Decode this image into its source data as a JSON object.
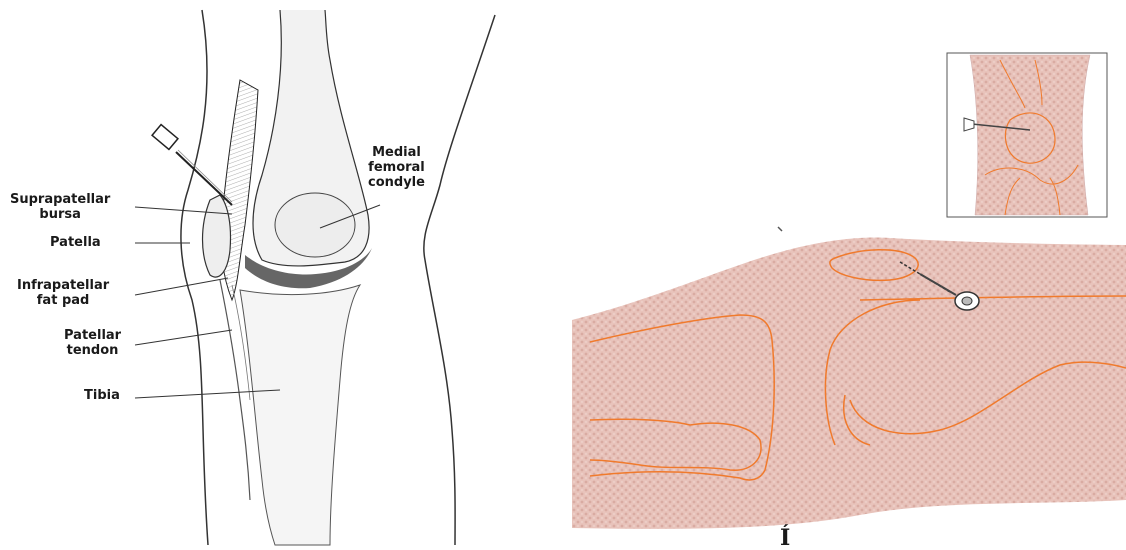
{
  "left_panel": {
    "labels": {
      "suprapatellar_bursa": [
        "Suprapatellar",
        "bursa"
      ],
      "patella": [
        "Patella"
      ],
      "infrapatellar_fat_pad": [
        "Infrapatellar",
        "fat pad"
      ],
      "patellar_tendon": [
        "Patellar",
        "tendon"
      ],
      "tibia": [
        "Tibia"
      ],
      "medial_femoral_condyle": [
        "Medial",
        "femoral",
        "condyle"
      ]
    }
  },
  "right_panel": {
    "skin_color": "#e7c2ba",
    "outline_color": "#f07a2c",
    "bottom_glyph": "Í"
  },
  "colors": {
    "ink": "#1a1a1a"
  }
}
